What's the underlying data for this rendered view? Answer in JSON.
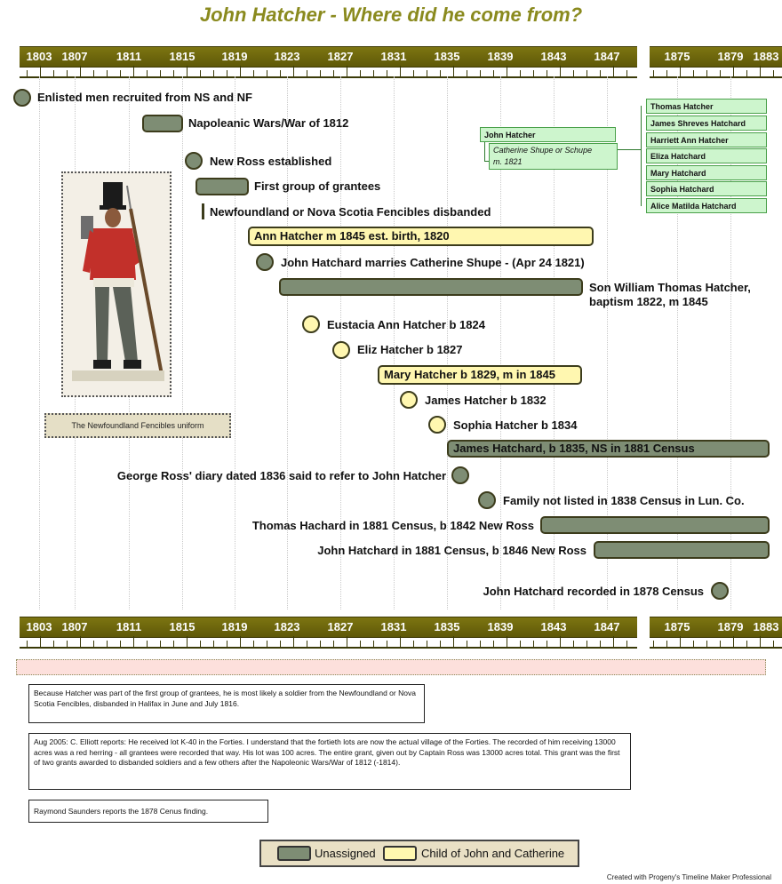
{
  "title": "John Hatcher - Where did he come from?",
  "axis": {
    "years": [
      "1803",
      "1807",
      "1811",
      "1815",
      "1819",
      "1823",
      "1827",
      "1831",
      "1835",
      "1839",
      "1843",
      "1847",
      "1875",
      "1879",
      "1883"
    ]
  },
  "chart_data": {
    "type": "timeline",
    "events": [
      {
        "label": "Enlisted men recruited from NS and NF",
        "kind": "point",
        "category": "Unassigned"
      },
      {
        "label": "Napoleanic Wars/War of 1812",
        "kind": "bar",
        "start": 1812,
        "end": 1815,
        "category": "Unassigned"
      },
      {
        "label": "New Ross established",
        "kind": "point",
        "year": 1816,
        "category": "Unassigned"
      },
      {
        "label": "First group of grantees",
        "kind": "bar",
        "start": 1816,
        "end": 1820,
        "category": "Unassigned"
      },
      {
        "label": "Newfoundland or Nova Scotia Fencibles disbanded",
        "kind": "point",
        "year": 1816,
        "category": "Unassigned"
      },
      {
        "label": "Ann Hatcher m 1845  est. birth, 1820",
        "kind": "bar",
        "start": 1820,
        "end": 1845,
        "category": "Child of John and Catherine"
      },
      {
        "label": "John Hatchard marries Catherine Shupe - (Apr 24 1821)",
        "kind": "point",
        "year": 1821,
        "category": "Unassigned"
      },
      {
        "label": "Son William Thomas Hatcher, baptism 1822, m 1845",
        "kind": "bar",
        "start": 1822,
        "end": 1845,
        "category": "Unassigned"
      },
      {
        "label": "Eustacia Ann Hatcher b 1824",
        "kind": "point",
        "year": 1824,
        "category": "Child of John and Catherine"
      },
      {
        "label": "Eliz Hatcher b 1827",
        "kind": "point",
        "year": 1827,
        "category": "Child of John and Catherine"
      },
      {
        "label": "Mary Hatcher b 1829, m in 1845",
        "kind": "bar",
        "start": 1829,
        "end": 1845,
        "category": "Child of John and Catherine"
      },
      {
        "label": "James Hatcher b 1832",
        "kind": "point",
        "year": 1832,
        "category": "Child of John and Catherine"
      },
      {
        "label": "Sophia Hatcher b 1834",
        "kind": "point",
        "year": 1834,
        "category": "Child of John and Catherine"
      },
      {
        "label": "James Hatchard, b 1835, NS  in 1881 Census",
        "kind": "bar",
        "start": 1835,
        "end": 1883,
        "category": "Unassigned"
      },
      {
        "label": "George Ross' diary dated 1836 said to refer to  John Hatcher",
        "kind": "point",
        "year": 1836,
        "category": "Unassigned"
      },
      {
        "label": "Family not listed in 1838 Census in Lun. Co.",
        "kind": "point",
        "year": 1838,
        "category": "Unassigned"
      },
      {
        "label": "Thomas Hachard in 1881 Census, b 1842 New Ross",
        "kind": "bar",
        "start": 1842,
        "end": 1883,
        "category": "Unassigned"
      },
      {
        "label": "John Hatchard in 1881 Census, b 1846 New Ross",
        "kind": "bar",
        "start": 1846,
        "end": 1883,
        "category": "Unassigned"
      },
      {
        "label": "John Hatchard recorded in 1878 Census",
        "kind": "point",
        "year": 1878,
        "category": "Unassigned"
      }
    ]
  },
  "portrait": {
    "caption": "The  Newfoundland Fencibles uniform"
  },
  "family": {
    "father": "John Hatcher",
    "mother": "Catherine Shupe or Schupe",
    "marriage": "m. 1821",
    "children": [
      "Thomas Hatcher",
      "James Shreves Hatchard",
      "Harriett Ann Hatcher",
      "Eliza Hatchard",
      "Mary Hatchard",
      "Sophia Hatchard",
      "Alice Matilda Hatchard"
    ]
  },
  "notes": [
    "Because Hatcher was part of the first group of grantees, he is most likely a soldier from the Newfoundland or Nova Scotia Fencibles, disbanded in Halifax in June and July  1816.",
    "Aug 2005:  C. Elliott reports: He received lot K-40 in the Forties. I understand that the fortieth lots are now the actual village of the Forties. The recorded of him receiving 13000 acres was a red herring - all grantees were recorded that way. His lot was 100 acres. The entire grant, given out by Captain Ross was 13000 acres total. This grant was the first of two grants awarded to disbanded soldiers and a few others after the Napoleonic Wars/War of 1812 (-1814).",
    "Raymond Saunders reports the 1878 Cenus finding."
  ],
  "legend": {
    "unassigned": "Unassigned",
    "child": "Child of John and Catherine"
  },
  "footer": "Created with Progeny's Timeline Maker Professional",
  "colors": {
    "axis": "#6b6410",
    "unassigned": "#7e8d74",
    "child": "#fff7b0",
    "title": "#8a8a1e",
    "family_box": "#cdf5cd"
  }
}
